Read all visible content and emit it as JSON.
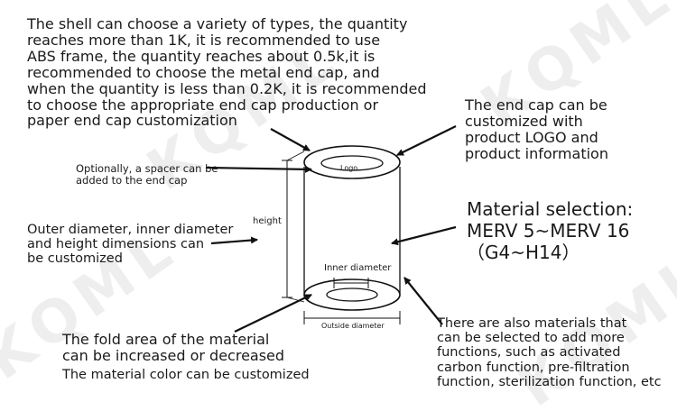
{
  "watermark": "KQML",
  "texts": {
    "shell": [
      "The shell can choose a variety of types, the quantity",
      " reaches more than 1K, it is recommended to use",
      "ABS frame, the quantity reaches about 0.5k,it is",
      "recommended to choose the metal end cap, and",
      "when the quantity is less than 0.2K, it is recommended",
      "to choose the appropriate end cap production or",
      "paper end cap customization"
    ],
    "end_cap": [
      "The end cap can be",
      " customized with",
      "product LOGO and",
      "product information"
    ],
    "spacer": [
      "Optionally, a spacer can be",
      "added to the end cap"
    ],
    "material": [
      "Material selection:",
      "MERV 5~MERV 16",
      "（G4~H14）"
    ],
    "dimensions": [
      "Outer diameter, inner diameter",
      "and height dimensions can",
      " be customized"
    ],
    "fold": [
      "The fold area of the material",
      "can be increased or decreased"
    ],
    "color": "The material color can be customized",
    "functions": [
      "There are also materials that",
      " can be selected to add more",
      "functions, such as activated",
      "carbon function, pre-filtration",
      "function, sterilization function, etc"
    ]
  },
  "labels": {
    "logo": "Logo",
    "height": "height",
    "inner_diameter": "Inner diameter",
    "outside_diameter": "Outside diameter"
  }
}
